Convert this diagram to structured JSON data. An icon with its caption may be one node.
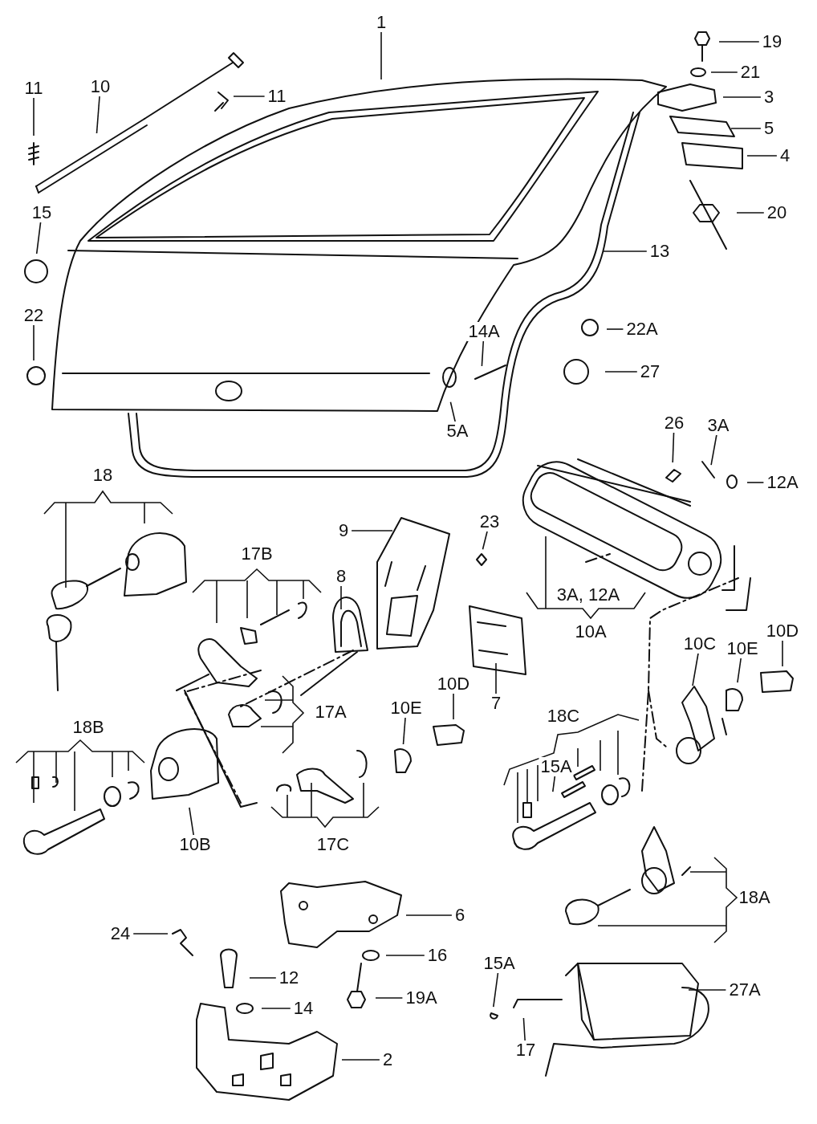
{
  "diagram": {
    "nodes": [
      {
        "text": [
          "1"
        ]
      },
      {
        "text": [
          "19"
        ]
      },
      {
        "text": [
          "21"
        ]
      },
      {
        "text": [
          "11"
        ]
      },
      {
        "text": [
          "10"
        ]
      },
      {
        "text": [
          "11"
        ]
      },
      {
        "text": [
          "3"
        ]
      },
      {
        "text": [
          "5"
        ]
      },
      {
        "text": [
          "4"
        ]
      },
      {
        "text": [
          "20"
        ]
      },
      {
        "text": [
          "15"
        ]
      },
      {
        "text": [
          "13"
        ]
      },
      {
        "text": [
          "22"
        ]
      },
      {
        "text": [
          "22A"
        ]
      },
      {
        "text": [
          "14A"
        ]
      },
      {
        "text": [
          "27"
        ]
      },
      {
        "text": [
          "5A"
        ]
      },
      {
        "text": [
          "26"
        ]
      },
      {
        "text": [
          "3A"
        ]
      },
      {
        "text": [
          "12A"
        ]
      },
      {
        "text": [
          "23"
        ]
      },
      {
        "text": [
          "9"
        ]
      },
      {
        "text": [
          "8"
        ]
      },
      {
        "text": [
          "10D"
        ]
      },
      {
        "text": [
          "10C"
        ]
      },
      {
        "text": [
          "10E"
        ]
      },
      {
        "text": [
          "10D"
        ]
      },
      {
        "text": [
          "7"
        ]
      },
      {
        "text": [
          "10E"
        ]
      },
      {
        "text": [
          "15A"
        ]
      },
      {
        "text": [
          "10B"
        ]
      },
      {
        "text": [
          "6"
        ]
      },
      {
        "text": [
          "24"
        ]
      },
      {
        "text": [
          "16"
        ]
      },
      {
        "text": [
          "12"
        ]
      },
      {
        "text": [
          "15A"
        ]
      },
      {
        "text": [
          "19A"
        ]
      },
      {
        "text": [
          "14"
        ]
      },
      {
        "text": [
          "27A"
        ]
      },
      {
        "text": [
          "2"
        ]
      },
      {
        "text": [
          "17"
        ]
      }
    ],
    "edges": [
      {
        "from": 0,
        "to": null,
        "arrow": "none"
      },
      {
        "from": 1,
        "to": null,
        "arrow": "none"
      },
      {
        "from": 2,
        "to": null,
        "arrow": "none"
      },
      {
        "from": 3,
        "to": null,
        "arrow": "none"
      },
      {
        "from": 4,
        "to": null,
        "arrow": "none"
      },
      {
        "from": 5,
        "to": null,
        "arrow": "none"
      },
      {
        "from": 6,
        "to": null,
        "arrow": "none"
      },
      {
        "from": 7,
        "to": null,
        "arrow": "none"
      },
      {
        "from": 8,
        "to": null,
        "arrow": "none"
      },
      {
        "from": 9,
        "to": null,
        "arrow": "none"
      },
      {
        "from": 10,
        "to": null,
        "arrow": "none"
      },
      {
        "from": 11,
        "to": null,
        "arrow": "none"
      },
      {
        "from": 12,
        "to": null,
        "arrow": "none"
      },
      {
        "from": 13,
        "to": null,
        "arrow": "none"
      },
      {
        "from": 14,
        "to": null,
        "arrow": "none"
      },
      {
        "from": 15,
        "to": null,
        "arrow": "none"
      },
      {
        "from": 16,
        "to": null,
        "arrow": "none"
      },
      {
        "from": 17,
        "to": null,
        "arrow": "none"
      },
      {
        "from": 18,
        "to": null,
        "arrow": "none"
      },
      {
        "from": 19,
        "to": null,
        "arrow": "none"
      },
      {
        "from": 20,
        "to": null,
        "arrow": "none"
      },
      {
        "from": 21,
        "to": null,
        "arrow": "none"
      },
      {
        "from": 22,
        "to": null,
        "arrow": "none"
      },
      {
        "from": 23,
        "to": null,
        "arrow": "none"
      },
      {
        "from": 24,
        "to": null,
        "arrow": "none"
      },
      {
        "from": 25,
        "to": null,
        "arrow": "none"
      },
      {
        "from": 26,
        "to": null,
        "arrow": "none"
      },
      {
        "from": 27,
        "to": null,
        "arrow": "none"
      },
      {
        "from": 28,
        "to": null,
        "arrow": "none"
      },
      {
        "from": 29,
        "to": null,
        "arrow": "none"
      },
      {
        "from": 30,
        "to": null,
        "arrow": "none"
      },
      {
        "from": 31,
        "to": null,
        "arrow": "none"
      },
      {
        "from": 32,
        "to": null,
        "arrow": "none"
      },
      {
        "from": 33,
        "to": null,
        "arrow": "none"
      },
      {
        "from": 34,
        "to": null,
        "arrow": "none"
      },
      {
        "from": 35,
        "to": null,
        "arrow": "none"
      },
      {
        "from": 36,
        "to": null,
        "arrow": "none"
      },
      {
        "from": 37,
        "to": null,
        "arrow": "none"
      },
      {
        "from": 38,
        "to": null,
        "arrow": "none"
      },
      {
        "from": 39,
        "to": null,
        "arrow": "none"
      },
      {
        "from": 40,
        "to": null,
        "arrow": "none"
      }
    ],
    "labels": [
      "18",
      "17B",
      "3A, 12A",
      "10A",
      "17A",
      "18B",
      "18C",
      "17C",
      "18A"
    ]
  }
}
